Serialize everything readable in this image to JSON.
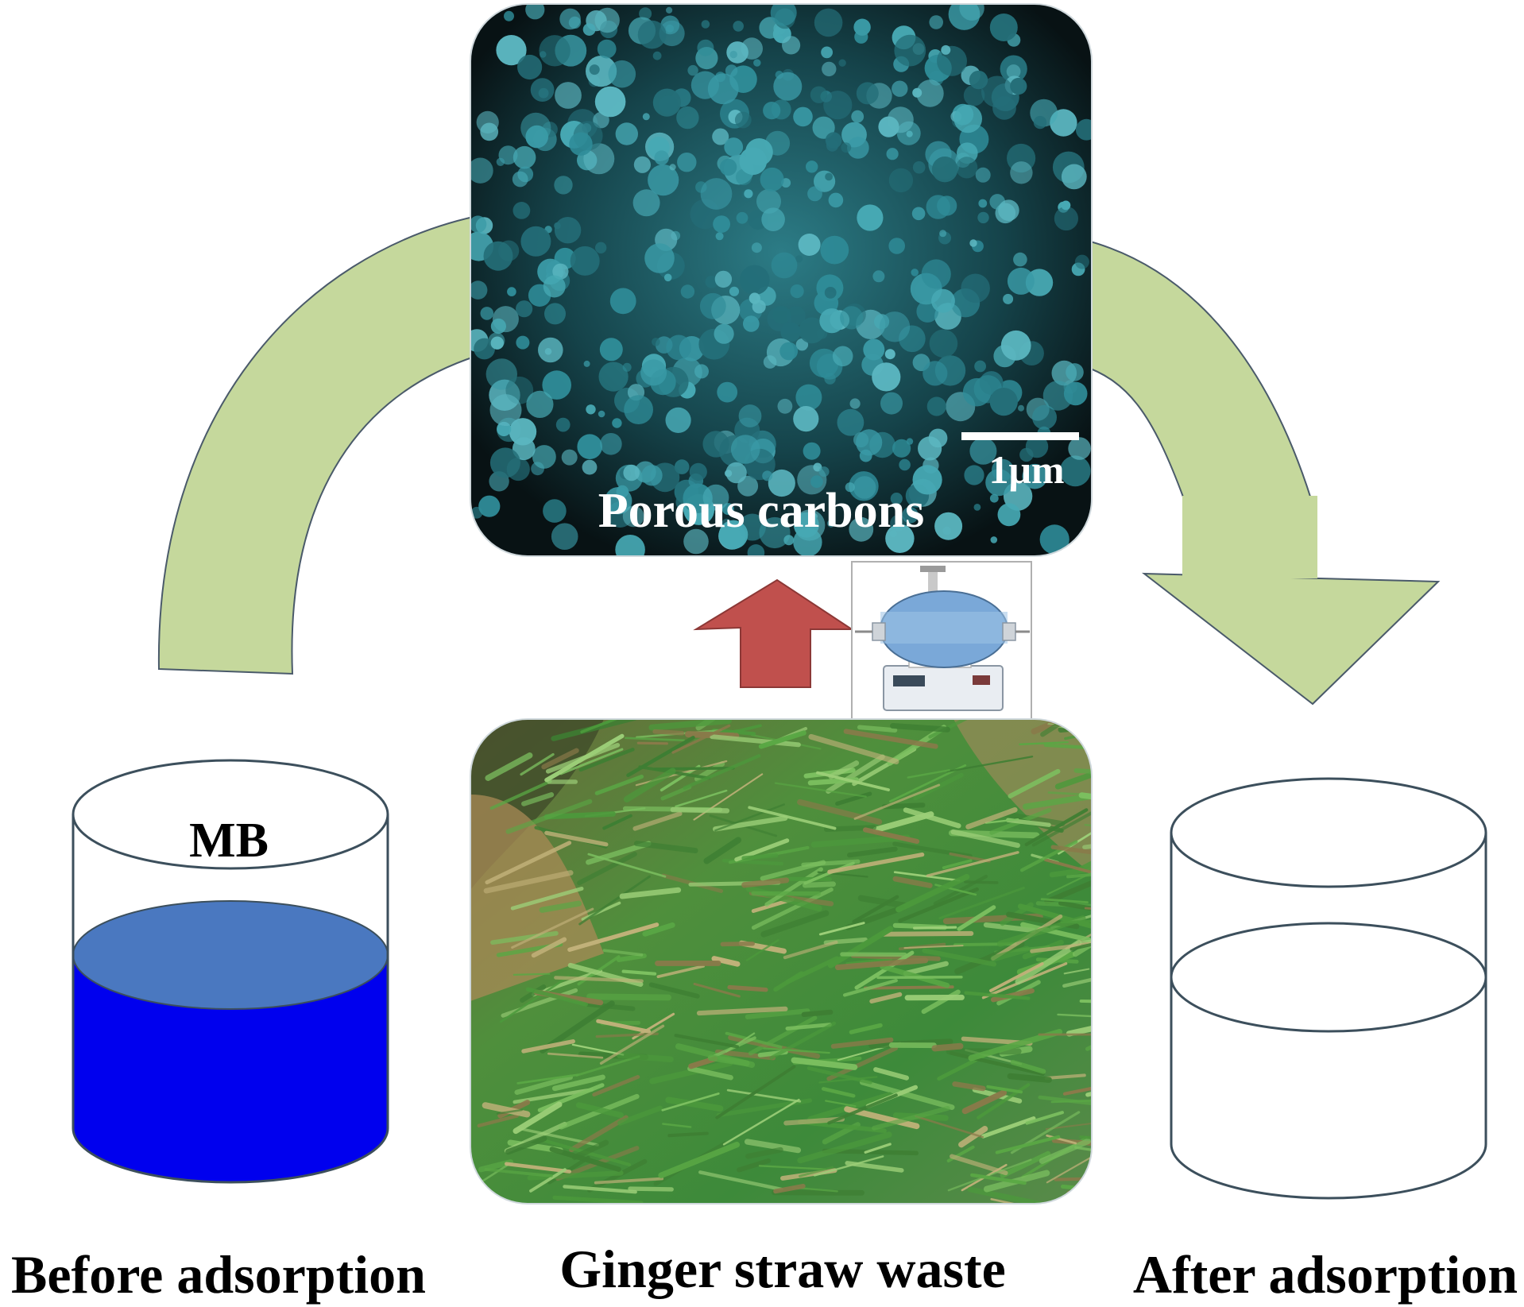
{
  "colors": {
    "curved_arrow_fill": "#c5d89c",
    "curved_arrow_stroke": "#4a5a6a",
    "up_arrow_fill": "#c0504d",
    "sem_bg": "#0b1a1c",
    "sem_particles": "#3a9aa6",
    "grass_green": "#3f8f3a",
    "straw_brown": "#a88a55",
    "mb_solution_side": "#0000ee",
    "mb_solution_top": "#4a78c0",
    "beaker_outline": "#3c4f5c",
    "furnace_body": "#7aa8d8"
  },
  "icons": {
    "left_arrow": "curved-arrow-up-right",
    "right_arrow": "curved-arrow-down-right",
    "middle_arrow": "up-arrow",
    "furnace": "tube-furnace-icon"
  },
  "sem_image": {
    "label": "Porous carbons",
    "scale_bar_label": "1μm"
  },
  "beaker_before": {
    "label": "MB",
    "caption": "Before adsorption"
  },
  "center_photo": {
    "caption": "Ginger straw waste"
  },
  "beaker_after": {
    "caption": "After adsorption"
  }
}
